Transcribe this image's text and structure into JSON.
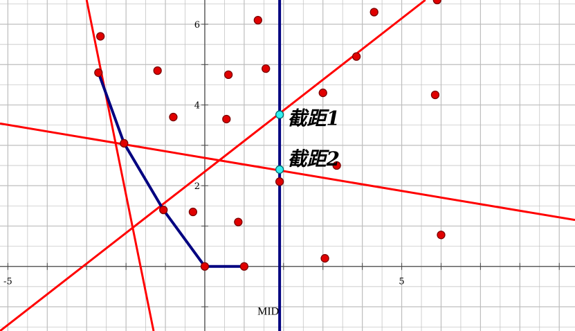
{
  "graph": {
    "x_tick_labels": [
      {
        "value": -5,
        "text": "-5"
      },
      {
        "value": 5,
        "text": "5"
      }
    ],
    "y_tick_labels": [
      {
        "value": 2,
        "text": "2"
      },
      {
        "value": 4,
        "text": "4"
      },
      {
        "value": 6,
        "text": "6"
      }
    ],
    "mid_label": "MID",
    "intercept_labels": [
      {
        "text": "截距1",
        "x": 2.1,
        "y": 3.5
      },
      {
        "text": "截距2",
        "x": 2.1,
        "y": 2.5
      }
    ],
    "x_range": [
      -5.2,
      9.4
    ],
    "y_range": [
      -1.6,
      6.6
    ],
    "grid": true,
    "colors": {
      "grid": "#bdbdbd",
      "axis": "#4a4a4a",
      "red_line": "#ff0000",
      "blue": "#000080",
      "point_fill": "#e00000",
      "point_stroke": "#7a0000",
      "intercept_fill": "#33f0f0",
      "intercept_stroke": "#006a6a"
    },
    "red_lines": [
      {
        "x1": -3.0,
        "y1": 6.6,
        "x2": -1.3,
        "y2": -1.6
      },
      {
        "x1": -5.2,
        "y1": -1.6,
        "x2": 5.6,
        "y2": 6.6
      },
      {
        "x1": -5.2,
        "y1": 3.54,
        "x2": 9.4,
        "y2": 1.15
      }
    ],
    "blue_vertical_x": 1.9,
    "blue_polyline": [
      [
        -2.7,
        4.8
      ],
      [
        -2.05,
        3.05
      ],
      [
        -1.05,
        1.4
      ],
      [
        0.0,
        0.0
      ],
      [
        1.0,
        0.0
      ]
    ],
    "points": [
      [
        -2.65,
        5.7
      ],
      [
        -2.7,
        4.8
      ],
      [
        -1.2,
        4.85
      ],
      [
        0.6,
        4.75
      ],
      [
        1.35,
        6.1
      ],
      [
        1.55,
        4.9
      ],
      [
        -0.8,
        3.7
      ],
      [
        0.55,
        3.65
      ],
      [
        -2.05,
        3.05
      ],
      [
        -1.05,
        1.4
      ],
      [
        -0.3,
        1.35
      ],
      [
        0.85,
        1.1
      ],
      [
        1.9,
        2.1
      ],
      [
        3.0,
        4.3
      ],
      [
        3.35,
        2.5
      ],
      [
        3.85,
        5.2
      ],
      [
        4.3,
        6.3
      ],
      [
        5.9,
        6.6
      ],
      [
        5.85,
        4.25
      ],
      [
        6.0,
        0.78
      ],
      [
        3.05,
        0.2
      ],
      [
        0.0,
        0.0
      ],
      [
        1.0,
        0.0
      ]
    ],
    "intercept_points": [
      [
        1.9,
        3.76
      ],
      [
        1.9,
        2.4
      ]
    ]
  }
}
